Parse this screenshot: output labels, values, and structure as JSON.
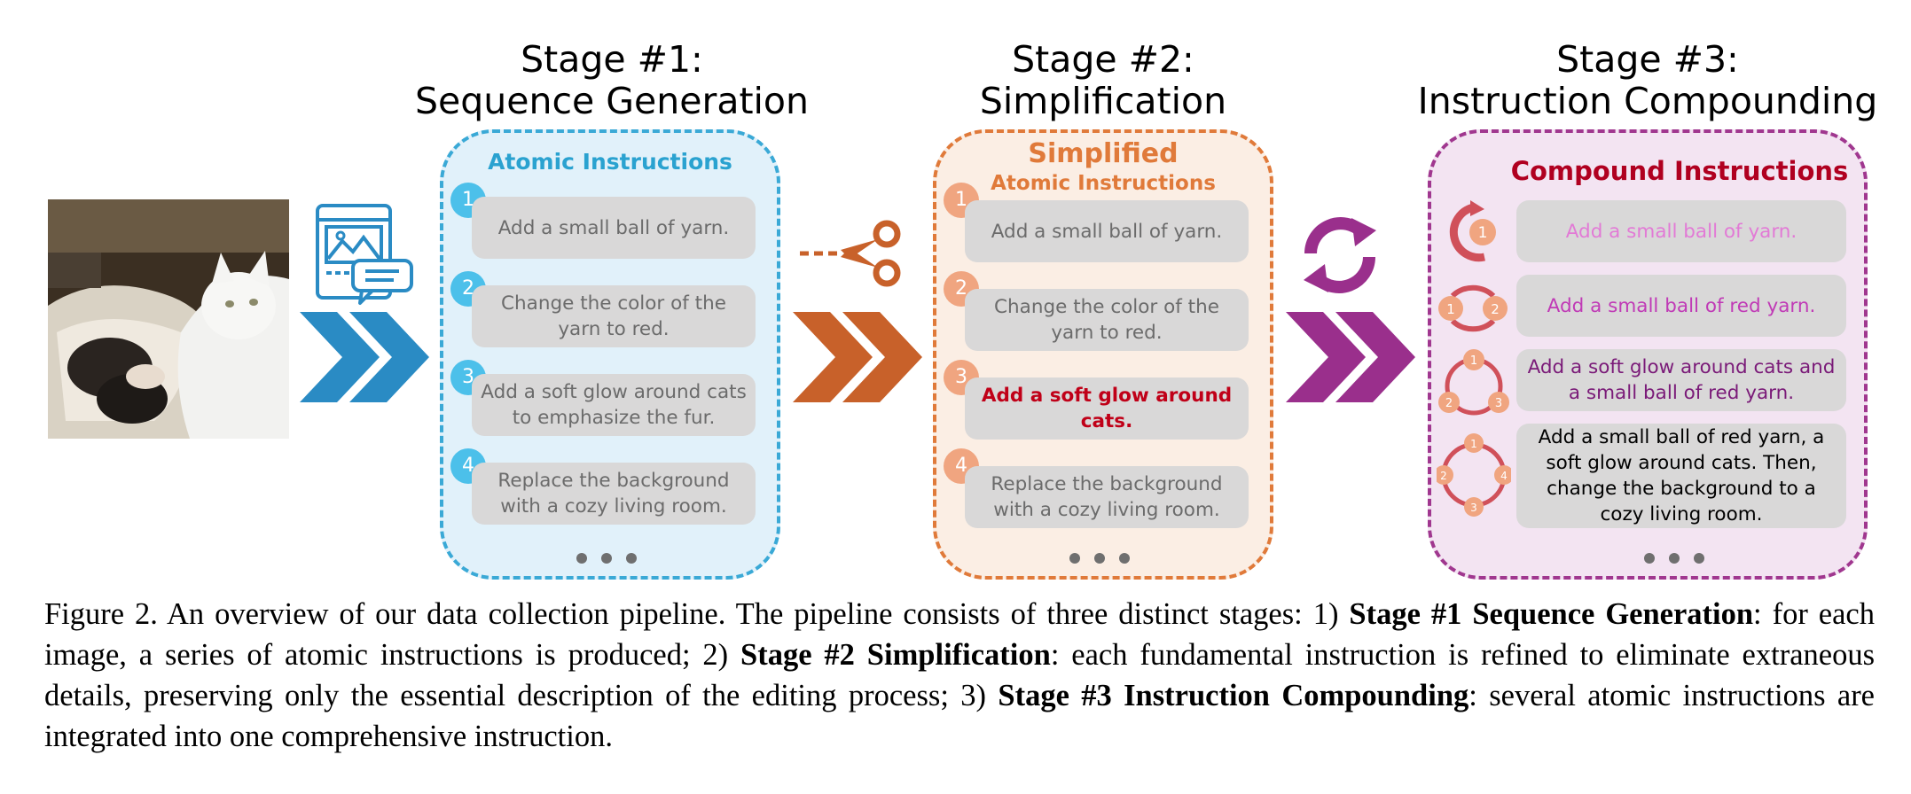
{
  "stages": [
    {
      "title_line1": "Stage #1:",
      "title_line2": "Sequence Generation",
      "header": "Atomic Instructions",
      "items": [
        "Add a small ball of yarn.",
        "Change the color of the yarn to red.",
        "Add a soft glow around cats to emphasize the fur.",
        "Replace the background with a cozy living room."
      ],
      "numbers": [
        "1",
        "2",
        "3",
        "4"
      ],
      "color": "#3aa9d6"
    },
    {
      "title_line1": "Stage #2:",
      "title_line2": "Simplification",
      "header_line1": "Simplified",
      "header_line2": "Atomic Instructions",
      "items": [
        "Add a small ball of yarn.",
        "Change the color of the yarn to red.",
        "Add a soft glow around cats.",
        "Replace the background with a cozy living room."
      ],
      "numbers": [
        "1",
        "2",
        "3",
        "4"
      ],
      "color": "#e07a3a"
    },
    {
      "title_line1": "Stage #3:",
      "title_line2": "Instruction Compounding",
      "header": "Compound Instructions",
      "items": [
        "Add a small ball of yarn.",
        "Add a small ball of red yarn.",
        "Add a soft glow around cats and a small ball of red yarn.",
        "Add a small ball of red yarn, a soft glow around cats. Then, change the background to a cozy living room."
      ],
      "cycle_labels": {
        "c1": [
          "1"
        ],
        "c2": [
          "1",
          "2"
        ],
        "c3": [
          "1",
          "2",
          "3"
        ],
        "c4": [
          "1",
          "2",
          "3",
          "4"
        ]
      },
      "color": "#a0378f"
    }
  ],
  "icons": [
    "photo-icon",
    "chat-bubble-icon",
    "scissors-icon",
    "refresh-icon",
    "chevron-arrow-icon"
  ],
  "caption": {
    "t1": "Figure 2.  An overview of our data collection pipeline.  The pipeline consists of three distinct stages:  1) ",
    "b1": "Stage #1 Sequence Generation",
    "t2": ": for each image, a series of atomic instructions is produced; 2) ",
    "b2": "Stage #2 Simplification",
    "t3": ": each fundamental instruction is refined to eliminate extraneous details, preserving only the essential description of the editing process; 3) ",
    "b3": "Stage #3 Instruction Compounding",
    "t4": ": several atomic instructions are integrated into one comprehensive instruction."
  },
  "colors": {
    "blue": "#2a8bc4",
    "orange": "#c8612a",
    "purple": "#9a2f8c",
    "red_text": "#c00018",
    "compound_header": "#b00020"
  }
}
